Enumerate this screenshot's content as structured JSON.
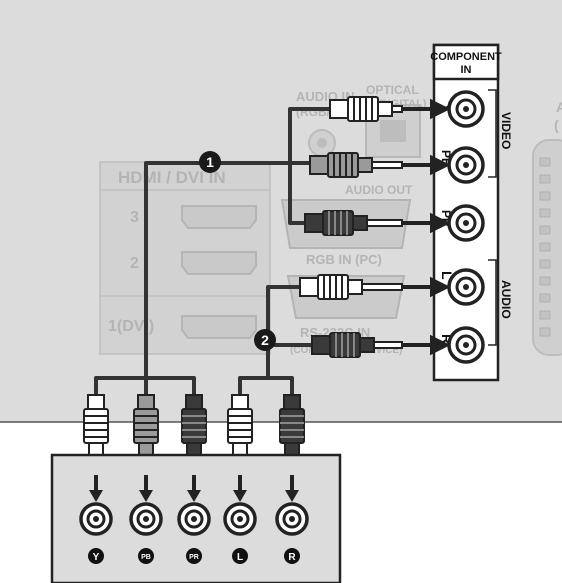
{
  "panel": {
    "component_title_1": "COMPONENT",
    "component_title_2": "IN",
    "video_label": "VIDEO",
    "audio_label": "AUDIO",
    "jack_y": "Y",
    "jack_pb": "PB",
    "jack_pr": "PR",
    "jack_l": "L",
    "jack_r": "R",
    "hdmi_title": "HDMI / DVI IN",
    "hdmi_3": "3",
    "hdmi_2": "2",
    "hdmi_1": "1(DVI)",
    "audio_in_rgb": "AUDIO IN",
    "audio_in_rgb_sub": "(RGB/DVI)",
    "optical": "OPTICAL",
    "optical_sub": "(DIGITAL)",
    "audio_out": "AUDIO OUT",
    "rgb_in": "RGB IN (PC)",
    "rs232c": "RS-232C IN",
    "rs232c_sub": "(CONTROL & SERVICE)",
    "antenna_label_partial": "A",
    "antenna_sub_partial": "("
  },
  "steps": {
    "step1": "1",
    "step2": "2"
  },
  "device": {
    "jacks": [
      "Y",
      "PB",
      "PR",
      "L",
      "R"
    ]
  },
  "colors": {
    "panel_bg": "#dcdcdc",
    "cable_dark": "#333333",
    "plug_light": "#ffffff",
    "plug_mid": "#9a9a9a",
    "plug_dark": "#3a3a3a"
  }
}
